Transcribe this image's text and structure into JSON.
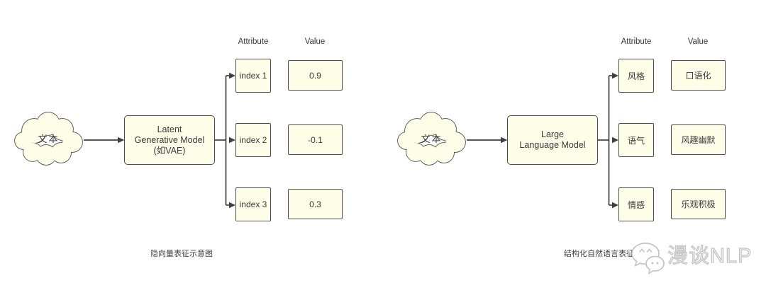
{
  "theme": {
    "canvas_bg": "#FFFFFF",
    "node_fill": "#FEFEE8",
    "node_border": "#4D4D4D",
    "connector": "#3F3F3F",
    "text": "#383838",
    "muted_text": "#3F3F3F",
    "watermark": "#C4C4C4"
  },
  "diagrams": [
    {
      "cloud_label": "文本",
      "model_lines": [
        "Latent",
        "Generative Model",
        "(如VAE)"
      ],
      "attribute_header": "Attribute",
      "value_header": "Value",
      "rows": [
        {
          "attribute": "index 1",
          "value": "0.9"
        },
        {
          "attribute": "index 2",
          "value": "-0.1"
        },
        {
          "attribute": "index 3",
          "value": "0.3"
        }
      ],
      "caption": "隐向量表征示意图"
    },
    {
      "cloud_label": "文本",
      "model_lines": [
        "Large",
        "Language Model"
      ],
      "attribute_header": "Attribute",
      "value_header": "Value",
      "rows": [
        {
          "attribute": "风格",
          "value": "口语化"
        },
        {
          "attribute": "语气",
          "value": "风趣幽默"
        },
        {
          "attribute": "情感",
          "value": "乐观积极"
        }
      ],
      "caption": "结构化自然语言表征 示意图"
    }
  ],
  "watermark": {
    "icon": "wechat-logo",
    "text": "漫谈NLP"
  }
}
